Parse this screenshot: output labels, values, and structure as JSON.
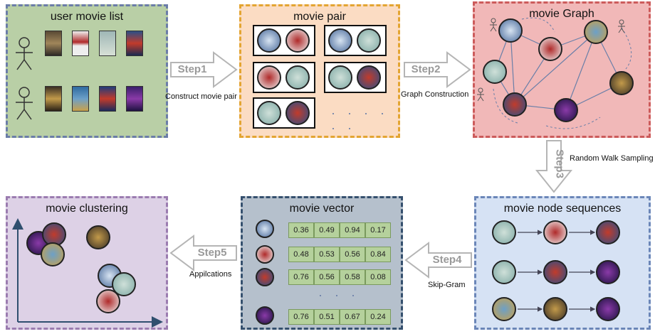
{
  "panels": {
    "user_list": "user movie list",
    "pair": "movie pair",
    "graph": "movie Graph",
    "sequences": "movie node sequences",
    "vector": "movie vector",
    "clustering": "movie clustering"
  },
  "steps": {
    "step1": {
      "label": "Step1",
      "caption": "Construct movie pair"
    },
    "step2": {
      "label": "Step2",
      "caption": "Graph Construction"
    },
    "step3": {
      "label": "Step3",
      "caption": "Random Walk Sampling"
    },
    "step4": {
      "label": "Step4",
      "caption": "Skip-Gram"
    },
    "step5": {
      "label": "Step5",
      "caption": "Appilcations"
    }
  },
  "ellipsis_pair": "· · · · · ·",
  "ellipsis_vector": "· · ·",
  "vectors": [
    [
      "0.36",
      "0.49",
      "0.94",
      "0.17"
    ],
    [
      "0.48",
      "0.53",
      "0.56",
      "0.84"
    ],
    [
      "0.76",
      "0.56",
      "0.58",
      "0.08"
    ],
    [
      "0.76",
      "0.51",
      "0.67",
      "0.24"
    ]
  ],
  "colors": {
    "user_list_bg": "#b9cfa6",
    "user_list_border": "#6b7da8",
    "pair_bg": "#fbdcc3",
    "pair_border": "#e3a532",
    "graph_bg": "#f1b8b8",
    "graph_border": "#cc5b5b",
    "sequences_bg": "#d6e2f4",
    "sequences_border": "#6b86b8",
    "vector_bg": "#b5c0cc",
    "vector_border": "#35506e",
    "clustering_bg": "#ddd1e6",
    "clustering_border": "#9b7cb0",
    "cell_bg": "#b5d19c"
  },
  "icons": [
    "user-icon",
    "poster-icon",
    "movie-node-icon",
    "block-arrow-icon"
  ]
}
